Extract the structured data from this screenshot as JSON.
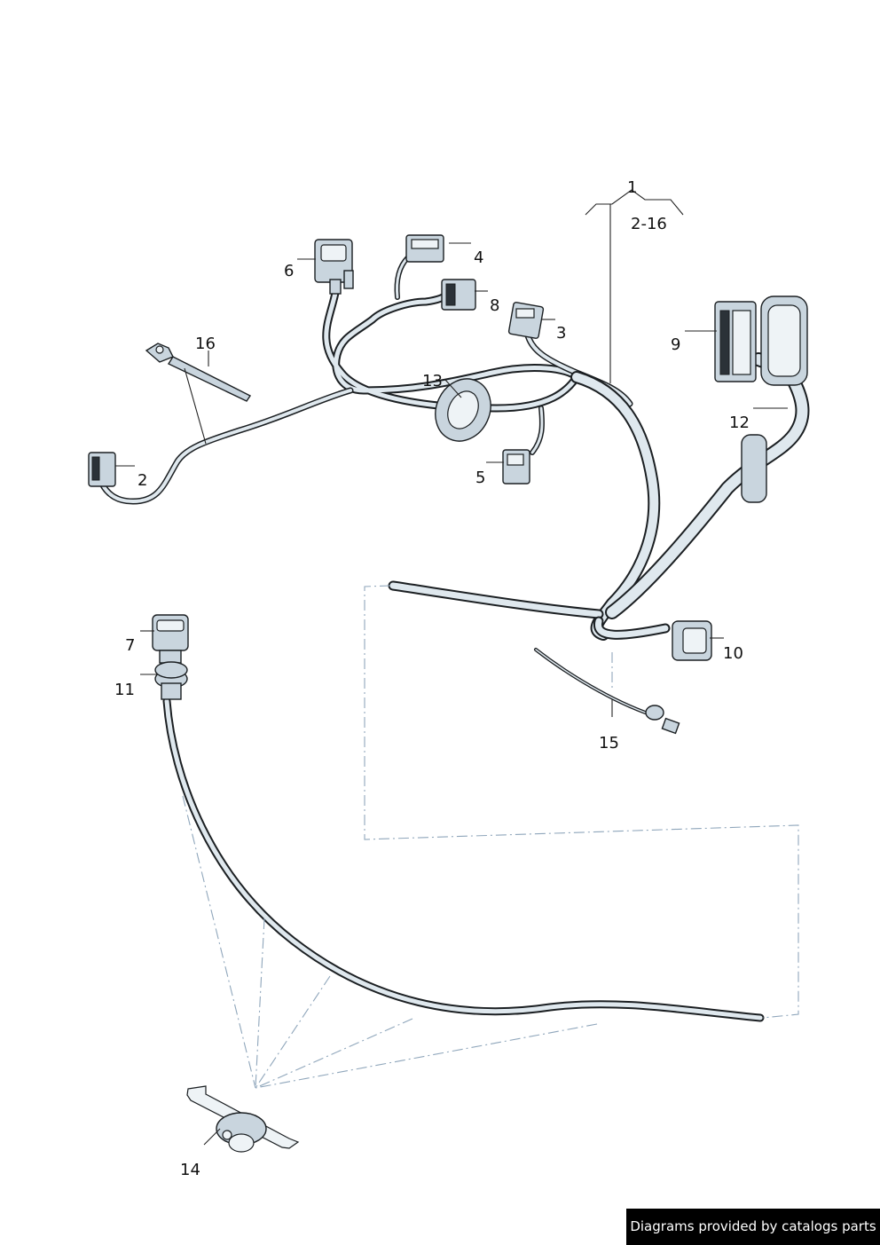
{
  "labels": {
    "p1": "1",
    "p1_range": "2-16",
    "p2": "2",
    "p3": "3",
    "p4": "4",
    "p5": "5",
    "p6": "6",
    "p7": "7",
    "p8": "8",
    "p9": "9",
    "p10": "10",
    "p11": "11",
    "p12": "12",
    "p13": "13",
    "p14": "14",
    "p15": "15",
    "p16": "16"
  },
  "footer": {
    "text": "Diagrams provided by catalogs parts"
  },
  "colors": {
    "cable_fill": "#dfe8ee",
    "outline": "#1b1f22",
    "part_fill": "#c9d5de",
    "dash": "#8fa6bb"
  }
}
